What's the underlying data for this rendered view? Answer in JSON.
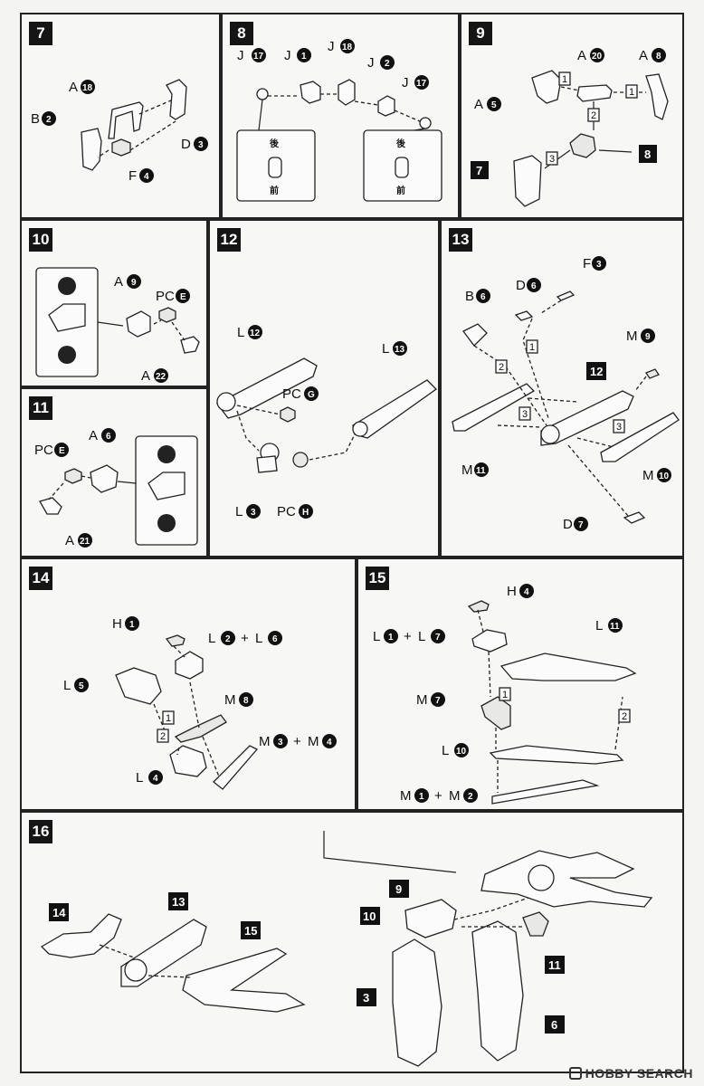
{
  "watermark": "HOBBY SEARCH",
  "steps": [
    {
      "number": "7"
    },
    {
      "number": "8"
    },
    {
      "number": "9"
    },
    {
      "number": "10"
    },
    {
      "number": "11"
    },
    {
      "number": "12"
    },
    {
      "number": "13"
    },
    {
      "number": "14"
    },
    {
      "number": "15"
    },
    {
      "number": "16"
    }
  ],
  "labels": {
    "s7": {
      "a": "A",
      "a_n": "18",
      "b": "B",
      "b_n": "2",
      "d": "D",
      "d_n": "3",
      "f": "F",
      "f_n": "4"
    },
    "s8": {
      "j": "J",
      "n17": "17",
      "n1": "1",
      "n18": "18",
      "n2": "2",
      "back": "後",
      "front": "前"
    },
    "s9": {
      "a": "A",
      "n20": "20",
      "n8": "8",
      "n5": "5",
      "blk7": "7",
      "blk8": "8",
      "seq1": "1",
      "seq2": "2",
      "seq3": "3"
    },
    "s10": {
      "a": "A",
      "n9": "9",
      "pc": "PC",
      "e": "E",
      "n22": "22"
    },
    "s11": {
      "pc": "PC",
      "e": "E",
      "a": "A",
      "n6": "6",
      "n21": "21"
    },
    "s12": {
      "l": "L",
      "n12": "12",
      "n13": "13",
      "pc": "PC",
      "g": "G",
      "h": "H",
      "n3": "3"
    },
    "s13": {
      "b": "B",
      "n6": "6",
      "d": "D",
      "f": "F",
      "n3": "3",
      "m": "M",
      "n9": "9",
      "blk12": "12",
      "n11": "11",
      "n10": "10",
      "n7": "7",
      "seq1": "1",
      "seq2": "2",
      "seq3": "3"
    },
    "s14": {
      "h": "H",
      "n1": "1",
      "l": "L",
      "n2": "2",
      "n6": "6",
      "plus": "+",
      "n5": "5",
      "m": "M",
      "n8": "8",
      "n3": "3",
      "n4": "4",
      "seq1": "1",
      "seq2": "2"
    },
    "s15": {
      "h": "H",
      "n4": "4",
      "l": "L",
      "n1": "1",
      "n7": "7",
      "plus": "+",
      "n11": "11",
      "m": "M",
      "n10": "10",
      "n2": "2",
      "seq1": "1",
      "seq2": "2"
    },
    "s16": {
      "b14": "14",
      "b13": "13",
      "b15": "15",
      "b9": "9",
      "b10": "10",
      "b3": "3",
      "b6": "6",
      "b11": "11"
    }
  }
}
